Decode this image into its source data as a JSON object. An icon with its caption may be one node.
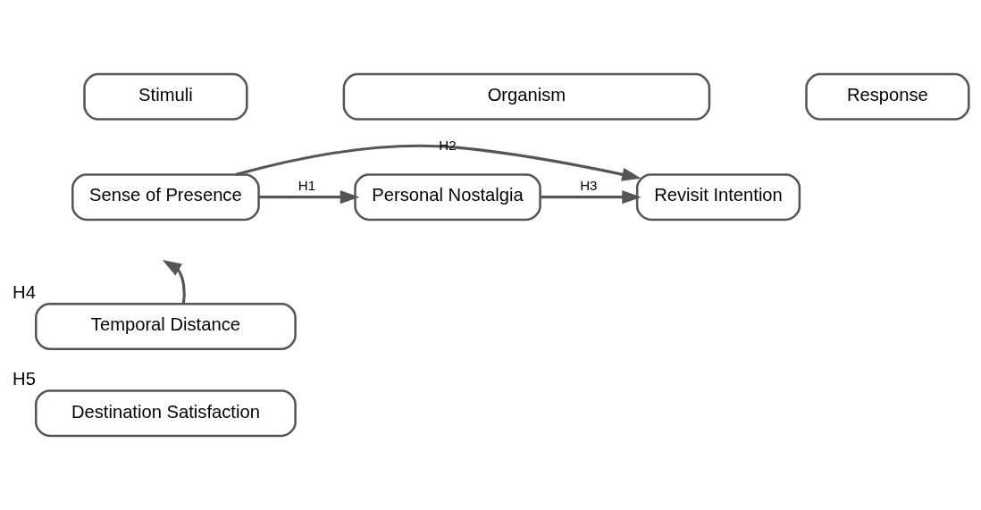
{
  "diagram": {
    "nodes": [
      {
        "text": [
          "Stimuli"
        ]
      },
      {
        "text": [
          "Organism"
        ]
      },
      {
        "text": [
          "Response"
        ]
      },
      {
        "text": [
          "Sense of Presence"
        ]
      },
      {
        "text": [
          "Personal Nostalgia"
        ]
      },
      {
        "text": [
          "Revisit Intention"
        ]
      },
      {
        "text": [
          "Temporal Distance"
        ],
        "beside": [
          "H4"
        ]
      },
      {
        "text": [
          "Destination Satisfaction"
        ],
        "beside": [
          "H5"
        ]
      }
    ],
    "edges": [
      {
        "from": 3,
        "to": 4,
        "arrow": "to",
        "label": "H1"
      },
      {
        "from": 3,
        "to": 5,
        "arrow": "to",
        "label": "H2"
      },
      {
        "from": 4,
        "to": 5,
        "arrow": "to",
        "label": "H3"
      },
      {
        "from": 6,
        "to": null,
        "arrow": "to"
      }
    ]
  }
}
